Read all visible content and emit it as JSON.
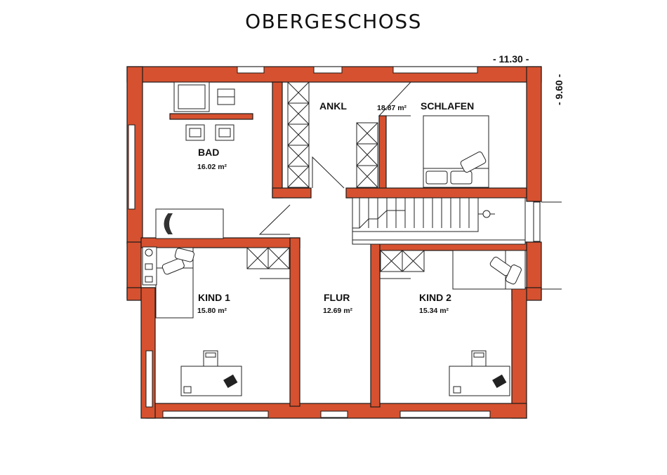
{
  "title": "OBERGESCHOSS",
  "dimensions": {
    "width": "- 11.30 -",
    "depth": "- 9.60 -"
  },
  "colors": {
    "wall": "#d6512f",
    "wall_stroke": "#1a1a1a",
    "window": "#ffffff",
    "line": "#222222"
  },
  "rooms": {
    "bad": {
      "name": "BAD",
      "area": "16.02 m²"
    },
    "ankl": {
      "name": "ANKL"
    },
    "schlafen": {
      "name": "SCHLAFEN",
      "area": "18.87 m²"
    },
    "kind1": {
      "name": "KIND 1",
      "area": "15.80 m²"
    },
    "flur": {
      "name": "FLUR",
      "area": "12.69 m²"
    },
    "kind2": {
      "name": "KIND 2",
      "area": "15.34 m²"
    }
  }
}
